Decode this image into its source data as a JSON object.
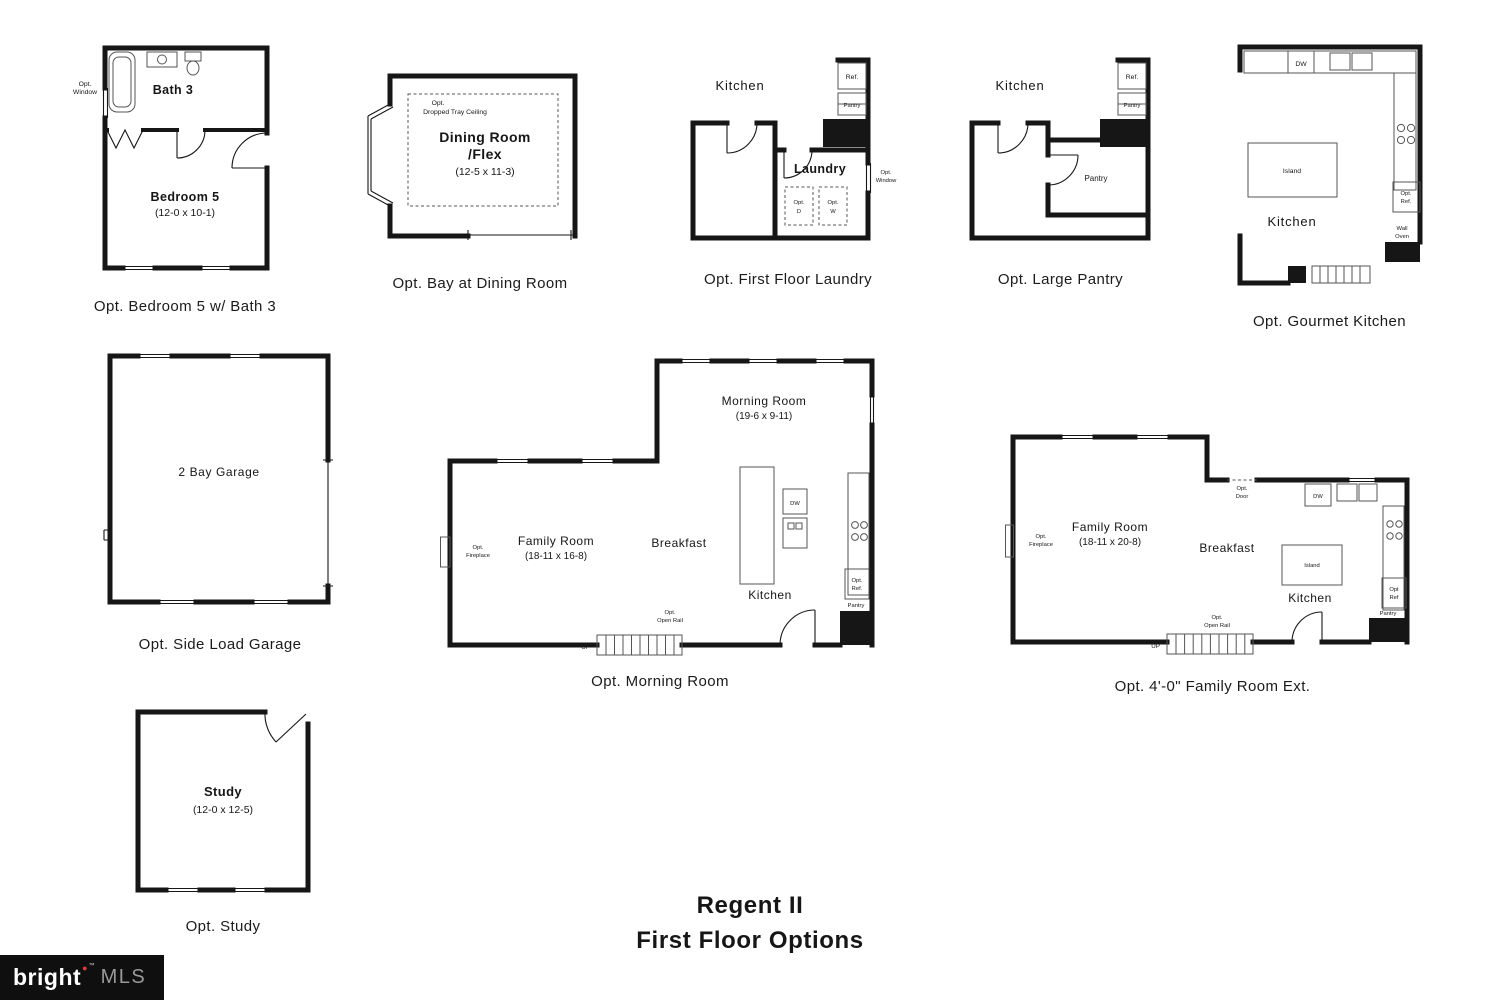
{
  "colors": {
    "wall": "#161616",
    "logo_red": "#e03a3e",
    "logo_gray": "#9a9a9a"
  },
  "title": {
    "line1": "Regent II",
    "line2": "First Floor Options"
  },
  "logo": {
    "brand": "bright",
    "dot": "●",
    "tm": "™",
    "suffix": "MLS"
  },
  "plans": {
    "bedroom5": {
      "caption": "Opt. Bedroom 5 w/ Bath 3",
      "bath_label": "Bath 3",
      "room_label": "Bedroom 5",
      "room_dims": "(12-0 x 10-1)",
      "opt_window_1": "Opt.",
      "opt_window_2": "Window"
    },
    "dining": {
      "caption": "Opt. Bay at Dining Room",
      "tray_1": "Opt.",
      "tray_2": "Dropped Tray Ceiling",
      "room_label_1": "Dining Room",
      "room_label_2": "/Flex",
      "room_dims": "(12-5 x 11-3)"
    },
    "laundry": {
      "caption": "Opt. First Floor Laundry",
      "kitchen_label": "Kitchen",
      "ref_label": "Ref.",
      "pantry_label": "Pantry",
      "room_label": "Laundry",
      "opt_d_1": "Opt.",
      "opt_d_2": "D",
      "opt_w_1": "Opt.",
      "opt_w_2": "W",
      "opt_window_1": "Opt.",
      "opt_window_2": "Window"
    },
    "large_pantry": {
      "caption": "Opt. Large Pantry",
      "kitchen_label": "Kitchen",
      "ref_label": "Ref.",
      "pantry_small_label": "Pantry",
      "room_label": "Pantry"
    },
    "gourmet": {
      "caption": "Opt. Gourmet Kitchen",
      "dw_label": "DW",
      "island_label": "Island",
      "kitchen_label": "Kitchen",
      "opt_ref_1": "Opt.",
      "opt_ref_2": "Ref.",
      "wall_oven_1": "Wall",
      "wall_oven_2": "Oven"
    },
    "garage": {
      "caption": "Opt. Side Load Garage",
      "room_label": "2 Bay Garage"
    },
    "morning": {
      "caption": "Opt. Morning Room",
      "morning_label": "Morning Room",
      "morning_dims": "(19-6 x 9-11)",
      "family_label": "Family Room",
      "family_dims": "(18-11 x 16-8)",
      "breakfast_label": "Breakfast",
      "kitchen_label": "Kitchen",
      "dw_label": "DW",
      "opt_ref_1": "Opt.",
      "opt_ref_2": "Ref.",
      "pantry_label": "Pantry",
      "fireplace_1": "Opt.",
      "fireplace_2": "Fireplace",
      "open_rail_1": "Opt.",
      "open_rail_2": "Open Rail",
      "up_label": "UP"
    },
    "family_ext": {
      "caption": "Opt. 4'-0\" Family Room Ext.",
      "family_label": "Family Room",
      "family_dims": "(18-11 x 20-8)",
      "breakfast_label": "Breakfast",
      "kitchen_label": "Kitchen",
      "island_label": "Island",
      "dw_label": "DW",
      "opt_door_1": "Opt.",
      "opt_door_2": "Door",
      "opt_ref_1": "Opt",
      "opt_ref_2": "Ref",
      "pantry_label": "Pantry",
      "fireplace_1": "Opt.",
      "fireplace_2": "Fireplace",
      "open_rail_1": "Opt.",
      "open_rail_2": "Open Rail",
      "up_label": "UP"
    },
    "study": {
      "caption": "Opt. Study",
      "room_label": "Study",
      "room_dims": "(12-0 x 12-5)"
    }
  }
}
